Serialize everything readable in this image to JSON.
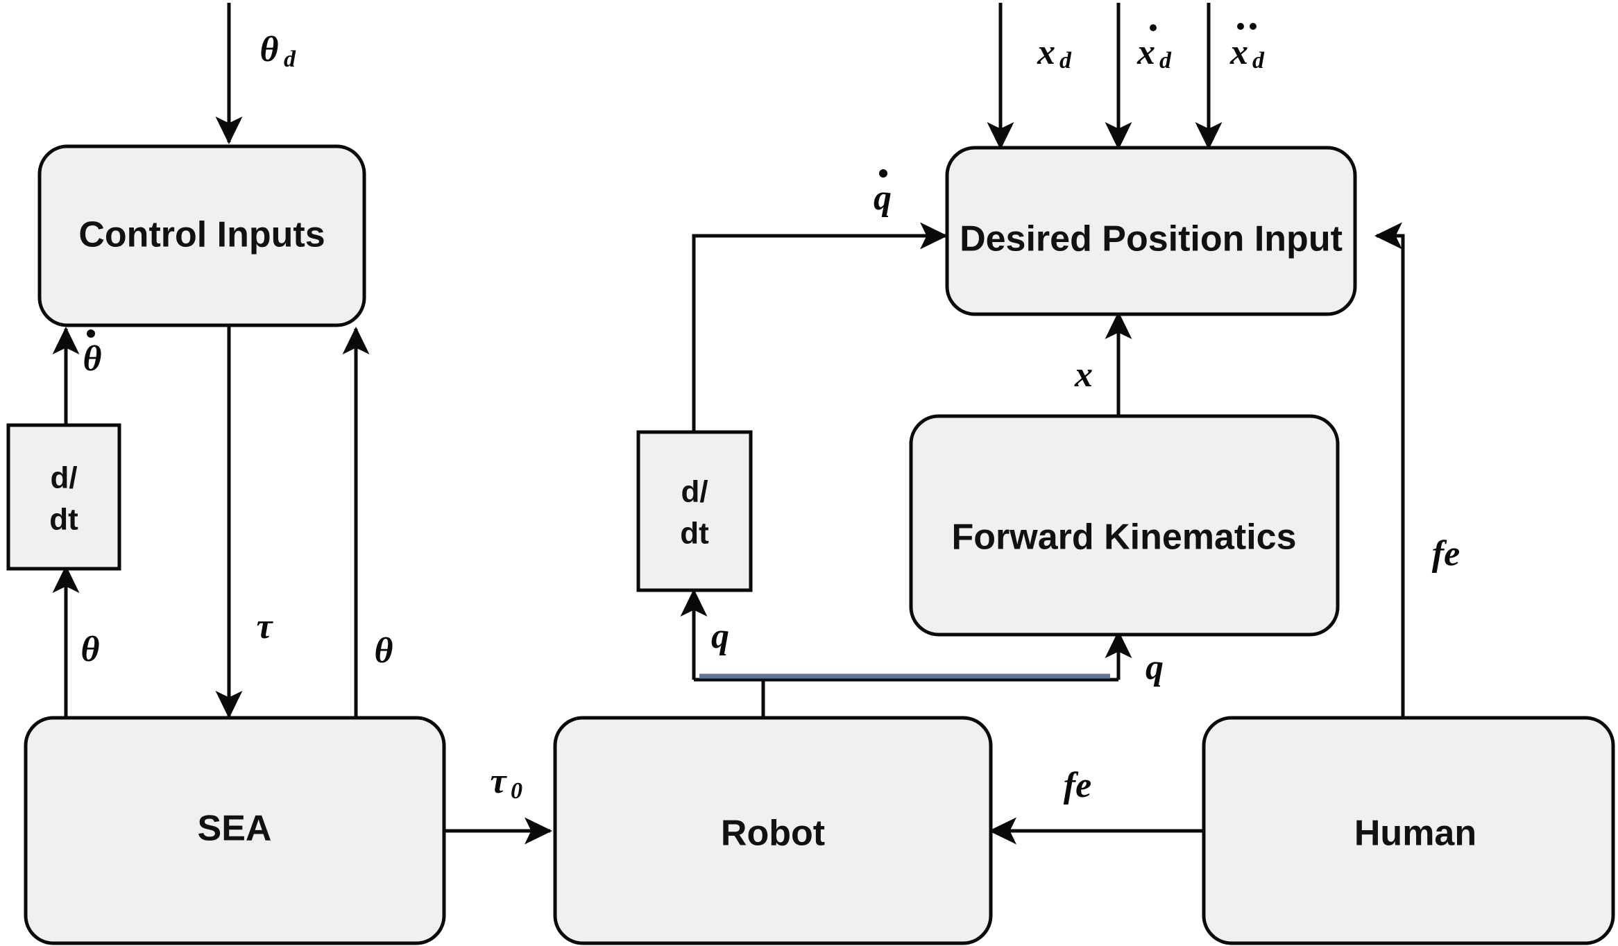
{
  "diagram": {
    "title": "Series Elastic Actuator Human-Robot Interaction Control Block Diagram",
    "background_color": "#ffffff",
    "block_fill": "#f0f0f0",
    "block_stroke": "#0a0a0a",
    "accent_wire_color": "#5b7190"
  },
  "blocks": {
    "control_inputs": {
      "label": "Control Inputs",
      "shape": "rounded-rect"
    },
    "sea": {
      "label": "SEA",
      "shape": "rounded-rect"
    },
    "ddt_left": {
      "line1": "d/",
      "line2": "dt",
      "shape": "rect"
    },
    "ddt_right": {
      "line1": "d/",
      "line2": "dt",
      "shape": "rect"
    },
    "desired_position_input": {
      "label": "Desired Position Input",
      "shape": "rounded-rect"
    },
    "forward_kinematics": {
      "label": "Forward Kinematics",
      "shape": "rounded-rect"
    },
    "robot": {
      "label": "Robot",
      "shape": "rounded-rect"
    },
    "human": {
      "label": "Human",
      "shape": "rounded-rect"
    }
  },
  "signals": {
    "theta_d": {
      "base": "θ",
      "sub": "d",
      "dots": 0
    },
    "theta_dot": {
      "base": "θ",
      "sub": "",
      "dots": 1
    },
    "theta_1": {
      "base": "θ",
      "sub": "",
      "dots": 0
    },
    "theta_2": {
      "base": "θ",
      "sub": "",
      "dots": 0
    },
    "tau": {
      "base": "τ",
      "sub": "",
      "dots": 0
    },
    "tau_0": {
      "base": "τ",
      "sub": "0",
      "dots": 0
    },
    "x_d": {
      "base": "x",
      "sub": "d",
      "dots": 0
    },
    "x_d_dot": {
      "base": "x",
      "sub": "d",
      "dots": 1
    },
    "x_d_ddot": {
      "base": "x",
      "sub": "d",
      "dots": 2
    },
    "q_dot": {
      "base": "q",
      "sub": "",
      "dots": 1
    },
    "q_1": {
      "base": "q",
      "sub": "",
      "dots": 0
    },
    "q_2": {
      "base": "q",
      "sub": "",
      "dots": 0
    },
    "x": {
      "base": "x",
      "sub": "",
      "dots": 0
    },
    "fe_right": {
      "base": "fe",
      "sub": "",
      "dots": 0
    },
    "fe_bottom": {
      "base": "fe",
      "sub": "",
      "dots": 0
    }
  },
  "labels": {
    "theta_d": "θd",
    "theta_dot": "θ̇",
    "theta_a": "θ",
    "theta_b": "θ",
    "tau": "τ",
    "tau_0": "τ0",
    "x_d": "xd",
    "x_d_dot": "ẋd",
    "x_d_ddot": "ẍd",
    "q_dot": "q̇",
    "q_a": "q",
    "q_b": "q",
    "x": "x",
    "fe_right": "fe",
    "fe_bottom": "fe"
  }
}
